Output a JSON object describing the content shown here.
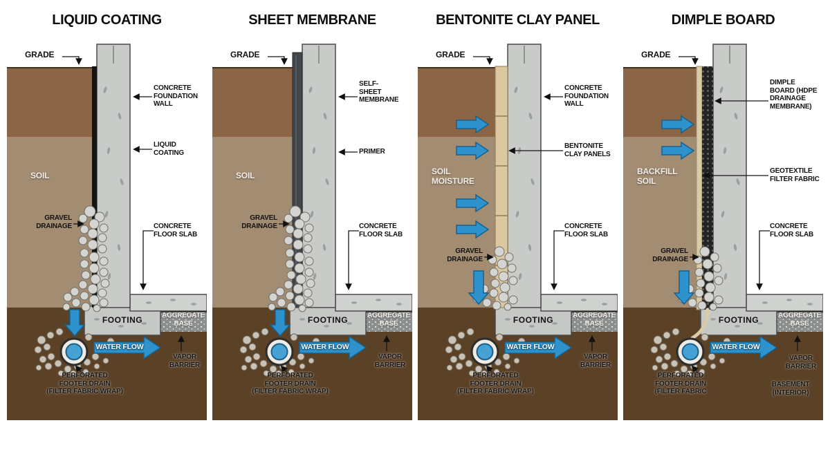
{
  "colors": {
    "soil_upper": "#8a6546",
    "soil_mid": "#a28c72",
    "soil_dark": "#5b4126",
    "concrete": "#c9cbc8",
    "aggregate_gray": "#8b8f8d",
    "water_blue": "#2e93cd",
    "bentonite_tan": "#dbc89f",
    "membrane_dark": "#41464a",
    "coating_black": "#141414"
  },
  "panels": [
    {
      "id": "liquid-coating",
      "title": "LIQUID COATING",
      "labels": {
        "grade": "GRADE",
        "upper_right": "CONCRETE\nFOUNDATION\nWALL",
        "mid_right": "LIQUID\nCOATING",
        "soil": "SOIL",
        "gravel": "GRAVEL\nDRAINAGE",
        "slab": "CONCRETE\nFLOOR SLAB",
        "footing": "FOOTING",
        "aggregate": "AGGREGATE\nBASE",
        "water_flow": "WATER FLOW",
        "vapor": "VAPOR\nBARRIER",
        "drain": "PERFORATED\nFOOTER DRAIN\n(FILTER FABRIC WRAP)"
      }
    },
    {
      "id": "sheet-membrane",
      "title": "SHEET MEMBRANE",
      "labels": {
        "grade": "GRADE",
        "upper_right": "SELF-\nSHEET\nMEMBRANE",
        "mid_right": "PRIMER",
        "soil": "SOIL",
        "gravel": "GRAVEL\nDRAINAGE",
        "slab": "CONCRETE\nFLOOR SLAB",
        "footing": "FOOTING",
        "aggregate": "AGGREGATE\nBASE",
        "water_flow": "WATER FLOW",
        "vapor": "VAPOR\nBARRIER",
        "drain": "PERFORATED\nFOOTER DRAIN\n(FILTER FABRIC WRAP)"
      }
    },
    {
      "id": "bentonite-clay-panel",
      "title": "BENTONITE CLAY PANEL",
      "labels": {
        "grade": "GRADE",
        "upper_right": "CONCRETE\nFOUNDATION\nWALL",
        "mid_right": "BENTONITE\nCLAY PANELS",
        "soil": "SOIL\nMOISTURE",
        "gravel": "GRAVEL\nDRAINAGE",
        "slab": "CONCRETE\nFLOOR SLAB",
        "footing": "FOOTING",
        "aggregate": "AGGREGATE\nBASE",
        "water_flow": "WATER FLOW",
        "vapor": "VAPOR\nBARRIER",
        "drain": "PERFORATED\nFOOTER DRAIN\n(FILTER FABRIC WRAP)"
      }
    },
    {
      "id": "dimple-board",
      "title": "DIMPLE BOARD",
      "labels": {
        "grade": "GRADE",
        "upper_right": "DIMPLE\nBOARD (HDPE\nDRAINAGE\nMEMBRANE)",
        "mid_right": "GEOTEXTILE\nFILTER FABRIC",
        "soil": "BACKFILL\nSOIL",
        "gravel": "GRAVEL\nDRAINAGE",
        "slab": "CONCRETE\nFLOOR SLAB",
        "footing": "FOOTING",
        "aggregate": "AGGREGATE\nBASE",
        "water_flow": "WATER FLOW",
        "vapor": "VAPOR\nBARRIER",
        "drain": "PERFORATED\nFOOTER DRAIN\n(FILTER FABRIC",
        "basement": "BASEMENT\n(INTERIOR)"
      }
    }
  ]
}
